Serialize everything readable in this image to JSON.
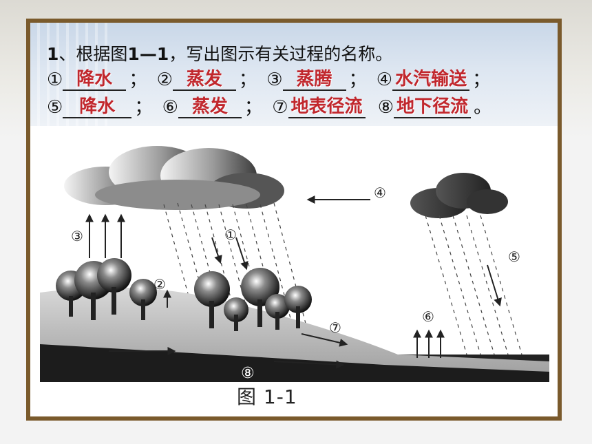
{
  "question": {
    "number": "1",
    "text_prefix": "、根据图",
    "figure_ref": "1—1",
    "text_suffix": "，写出图示有关过程的名称。"
  },
  "blanks": [
    {
      "marker": "①",
      "answer": "降水",
      "sep": "；"
    },
    {
      "marker": "②",
      "answer": "蒸发",
      "sep": "；"
    },
    {
      "marker": "③",
      "answer": "蒸腾",
      "sep": "；"
    },
    {
      "marker": "④",
      "answer": "水汽输送",
      "sep": "；"
    },
    {
      "marker": "⑤",
      "answer": "降水",
      "sep": "；"
    },
    {
      "marker": "⑥",
      "answer": "蒸发",
      "sep": "；"
    },
    {
      "marker": "⑦",
      "answer": "地表径流",
      "sep": ""
    },
    {
      "marker": "⑧",
      "answer": "地下径流",
      "sep": "。"
    }
  ],
  "diagram": {
    "labels": [
      "①",
      "②",
      "③",
      "④",
      "⑤",
      "⑥",
      "⑦",
      "⑧"
    ],
    "caption": "图 1-1"
  },
  "colors": {
    "frame": "#7a5a2c",
    "answer": "#c1272d",
    "header_band": "#c9d7e8"
  }
}
